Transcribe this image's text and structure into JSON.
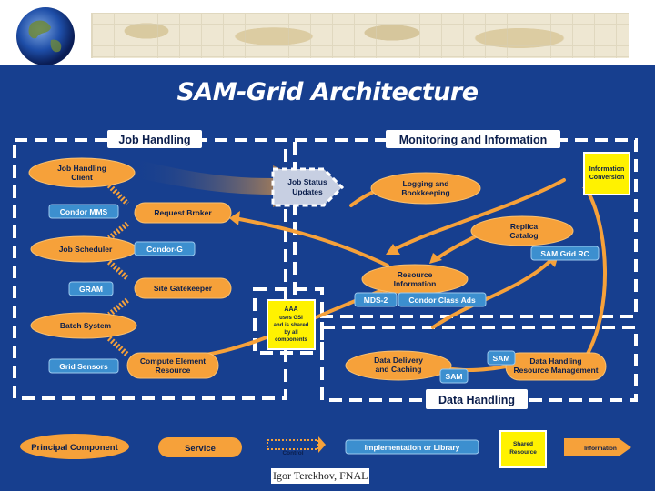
{
  "title": "SAM-Grid Architecture",
  "sections": {
    "job_handling": "Job Handling",
    "monitoring": "Monitoring and Information",
    "data_handling": "Data Handling"
  },
  "components": {
    "job_handling_client": [
      "Job Handling",
      "Client"
    ],
    "request_broker": "Request Broker",
    "job_scheduler": "Job Scheduler",
    "site_gatekeeper": "Site Gatekeeper",
    "batch_system": "Batch System",
    "compute_element_resource": [
      "Compute Element",
      "Resource"
    ],
    "job_status_updates": [
      "Job Status",
      "Updates"
    ],
    "logging_bookkeeping": [
      "Logging and",
      "Bookkeeping"
    ],
    "replica_catalog": [
      "Replica",
      "Catalog"
    ],
    "resource_information": [
      "Resource",
      "Information"
    ],
    "data_delivery_caching": [
      "Data Delivery",
      "and Caching"
    ],
    "data_handling_resource_mgmt": [
      "Data Handling",
      "Resource Management"
    ]
  },
  "implementations": {
    "condor_mms": "Condor MMS",
    "condor_g": "Condor-G",
    "gram": "GRAM",
    "grid_sensors": "Grid Sensors",
    "sam_grid_rc": "SAM Grid RC",
    "mds_2": "MDS-2",
    "condor_class_ads": "Condor Class Ads",
    "sam_1": "SAM",
    "sam_2": "SAM"
  },
  "shared": {
    "information_conversion": [
      "Information",
      "Conversion"
    ],
    "aaa": [
      "AAA",
      "uses GSI",
      "and is shared",
      "by all",
      "components"
    ]
  },
  "legend": {
    "principal_component": "Principal Component",
    "service": "Service",
    "control": "Control",
    "implementation": "Implementation or Library",
    "shared_resource": [
      "Shared",
      "Resource"
    ],
    "information": "Information"
  },
  "footer": "Igor Terekhov, FNAL",
  "colors": {
    "background": "#173f8f",
    "orange": "#f6a13a",
    "implementation_blue": "#3c8fcf",
    "shared_yellow": "#fff200",
    "dashed_border": "#ffffff"
  }
}
